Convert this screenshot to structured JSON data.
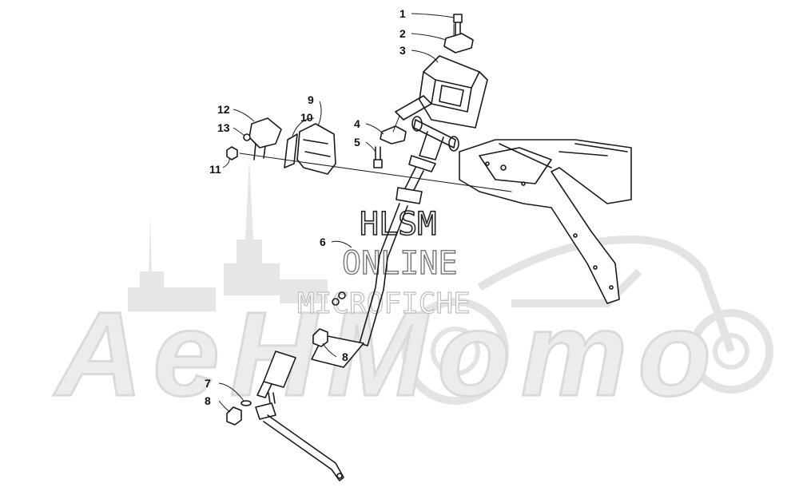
{
  "watermark": {
    "brand_text": "AeHMoтo",
    "line1": "HLSM",
    "line2": "ONLINE",
    "line3": "MICROFICHE"
  },
  "callouts": [
    {
      "id": "c1",
      "label": "1"
    },
    {
      "id": "c2",
      "label": "2"
    },
    {
      "id": "c3",
      "label": "3"
    },
    {
      "id": "c4",
      "label": "4"
    },
    {
      "id": "c5",
      "label": "5"
    },
    {
      "id": "c6",
      "label": "6"
    },
    {
      "id": "c7",
      "label": "7"
    },
    {
      "id": "c8a",
      "label": "8"
    },
    {
      "id": "c8b",
      "label": "8"
    },
    {
      "id": "c9",
      "label": "9"
    },
    {
      "id": "c10",
      "label": "10"
    },
    {
      "id": "c11",
      "label": "11"
    },
    {
      "id": "c12",
      "label": "12"
    },
    {
      "id": "c13",
      "label": "13"
    }
  ]
}
